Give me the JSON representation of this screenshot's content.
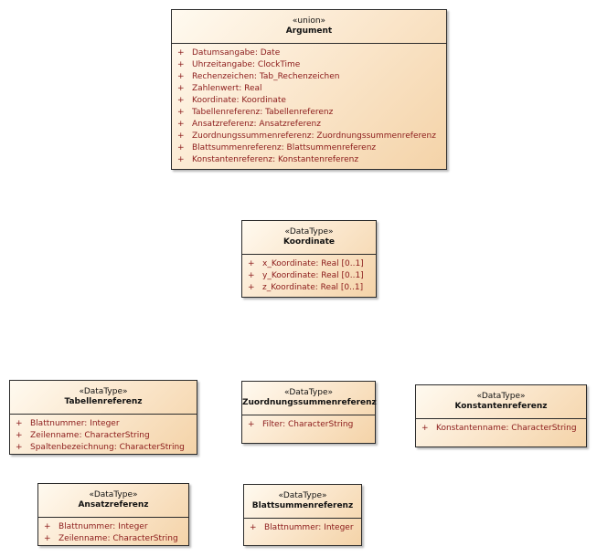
{
  "classes": {
    "argument": {
      "stereotype": "«union»",
      "name": "Argument",
      "attributes": [
        {
          "vis": "+",
          "text": "Datumsangabe: Date"
        },
        {
          "vis": "+",
          "text": "Uhrzeitangabe: ClockTime"
        },
        {
          "vis": "+",
          "text": "Rechenzeichen: Tab_Rechenzeichen"
        },
        {
          "vis": "+",
          "text": "Zahlenwert: Real"
        },
        {
          "vis": "+",
          "text": "Koordinate: Koordinate"
        },
        {
          "vis": "+",
          "text": "Tabellenreferenz: Tabellenreferenz"
        },
        {
          "vis": "+",
          "text": "Ansatzreferenz: Ansatzreferenz"
        },
        {
          "vis": "+",
          "text": "Zuordnungssummenreferenz: Zuordnungssummenreferenz"
        },
        {
          "vis": "+",
          "text": "Blattsummenreferenz: Blattsummenreferenz"
        },
        {
          "vis": "+",
          "text": "Konstantenreferenz: Konstantenreferenz"
        }
      ]
    },
    "koordinate": {
      "stereotype": "«DataType»",
      "name": "Koordinate",
      "attributes": [
        {
          "vis": "+",
          "text": "x_Koordinate: Real [0..1]"
        },
        {
          "vis": "+",
          "text": "y_Koordinate: Real [0..1]"
        },
        {
          "vis": "+",
          "text": "z_Koordinate: Real [0..1]"
        }
      ]
    },
    "tabellenreferenz": {
      "stereotype": "«DataType»",
      "name": "Tabellenreferenz",
      "attributes": [
        {
          "vis": "+",
          "text": "Blattnummer: Integer"
        },
        {
          "vis": "+",
          "text": "Zeilenname: CharacterString"
        },
        {
          "vis": "+",
          "text": "Spaltenbezeichnung: CharacterString"
        }
      ]
    },
    "zuordnungssummenreferenz": {
      "stereotype": "«DataType»",
      "name": "Zuordnungssummenreferenz",
      "attributes": [
        {
          "vis": "+",
          "text": "Filter: CharacterString"
        }
      ]
    },
    "konstantenreferenz": {
      "stereotype": "«DataType»",
      "name": "Konstantenreferenz",
      "attributes": [
        {
          "vis": "+",
          "text": "Konstantenname: CharacterString"
        }
      ]
    },
    "ansatzreferenz": {
      "stereotype": "«DataType»",
      "name": "Ansatzreferenz",
      "attributes": [
        {
          "vis": "+",
          "text": "Blattnummer: Integer"
        },
        {
          "vis": "+",
          "text": "Zeilenname: CharacterString"
        }
      ]
    },
    "blattsummenreferenz": {
      "stereotype": "«DataType»",
      "name": "Blattsummenreferenz",
      "attributes": [
        {
          "vis": "+",
          "text": "Blattnummer: Integer"
        }
      ]
    }
  },
  "colors": {
    "attribute_text": "#8b1a1a",
    "border": "#2b2b2b",
    "fill_light": "#fffaf0",
    "fill_dark": "#f4d3a8"
  }
}
